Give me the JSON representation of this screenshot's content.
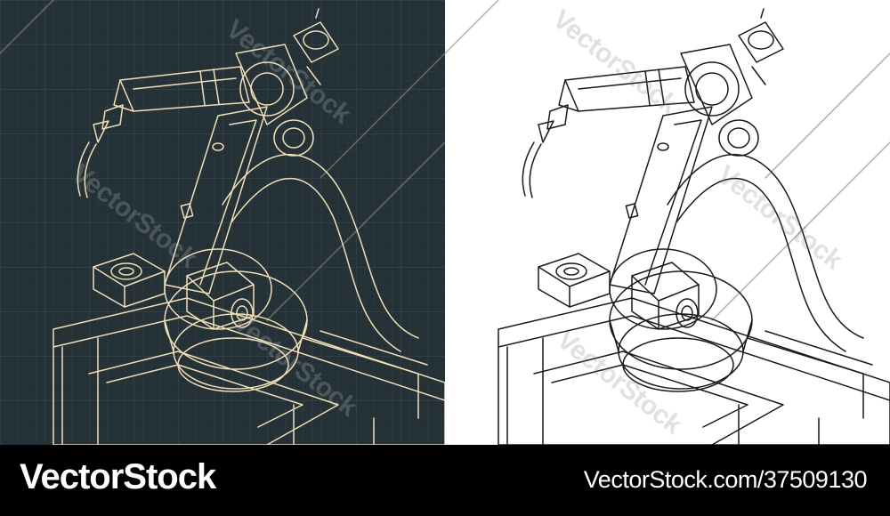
{
  "palette": {
    "dark_background": "#243136",
    "dark_grid": "#33434a",
    "dark_line": "#f2dfb4",
    "light_background": "#ffffff",
    "light_line": "#1a1a1a",
    "footer_background": "#000000",
    "footer_text": "#ffffff"
  },
  "watermarks": {
    "upper": "VectorStock",
    "middle": "VectorStock",
    "lower": "VectorStock"
  },
  "footer": {
    "brand": "VectorStock",
    "credit": "VectorStock.com/37509130"
  }
}
